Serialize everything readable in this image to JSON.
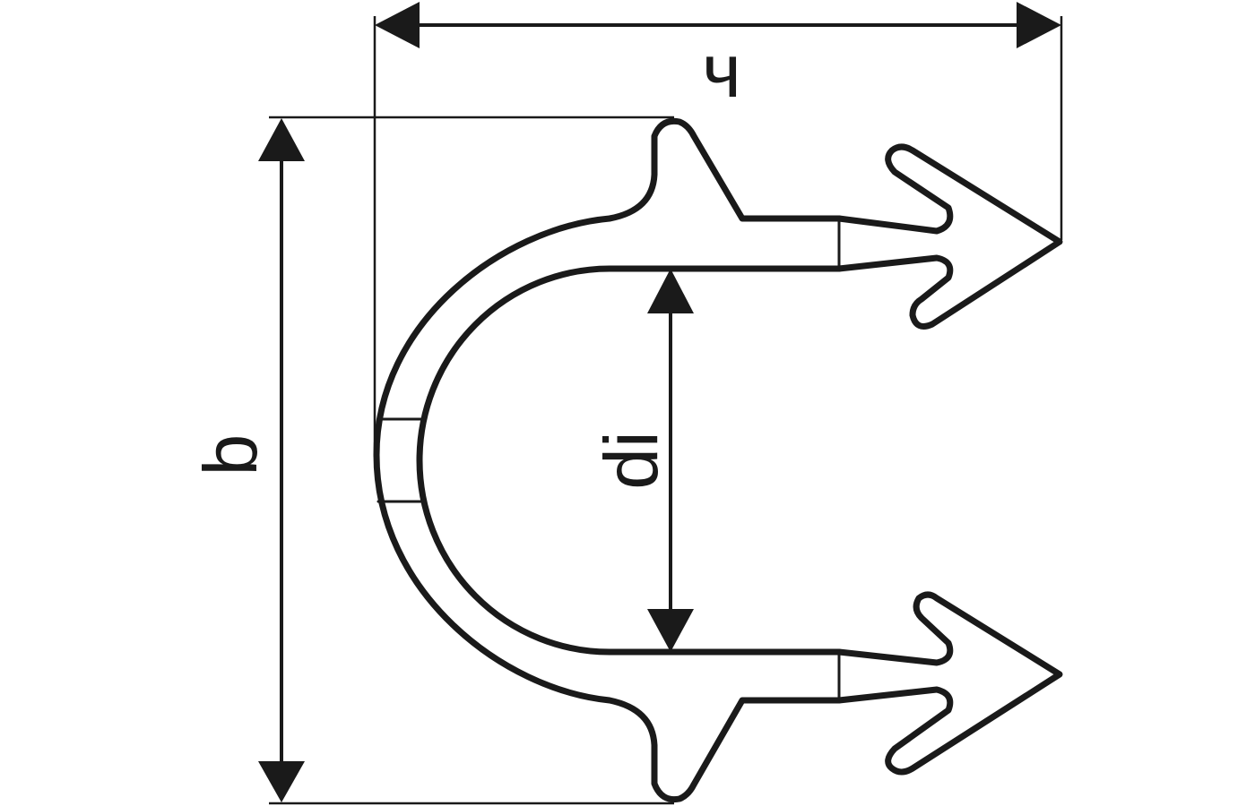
{
  "diagram": {
    "labels": {
      "top_width": "ч",
      "height": "b",
      "inner_diameter": "di"
    },
    "stroke_color": "#1a1a1a",
    "background": "#ffffff"
  }
}
